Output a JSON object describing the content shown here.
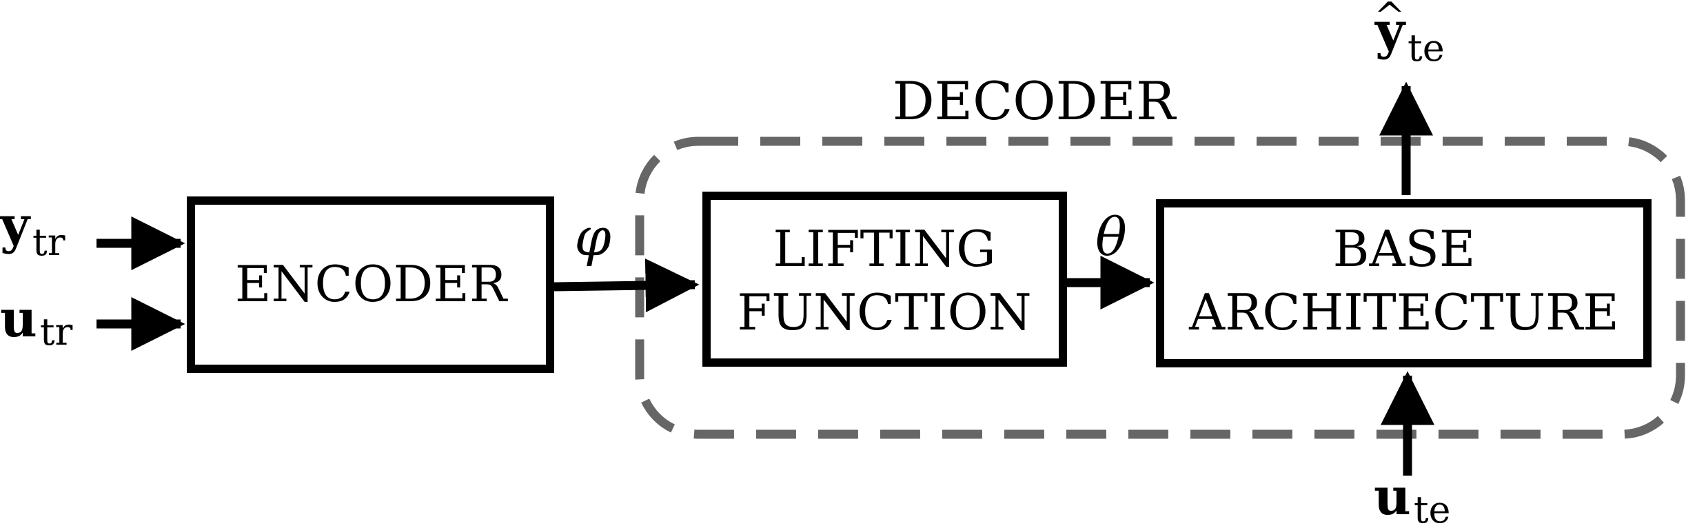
{
  "decoder": {
    "label": "DECODER",
    "border_color": "#666666"
  },
  "encoder": {
    "label": "ENCODER"
  },
  "lifting": {
    "line1": "LIFTING",
    "line2": "FUNCTION"
  },
  "base": {
    "line1": "BASE",
    "line2": "ARCHITECTURE"
  },
  "inputs": {
    "y_tr": {
      "main": "y",
      "sub": "tr"
    },
    "u_tr": {
      "main": "u",
      "sub": "tr"
    },
    "u_te": {
      "main": "u",
      "sub": "te"
    }
  },
  "output": {
    "main": "y",
    "hat": "^",
    "sub": "te"
  },
  "edges": {
    "phi": "φ",
    "theta": "θ"
  }
}
